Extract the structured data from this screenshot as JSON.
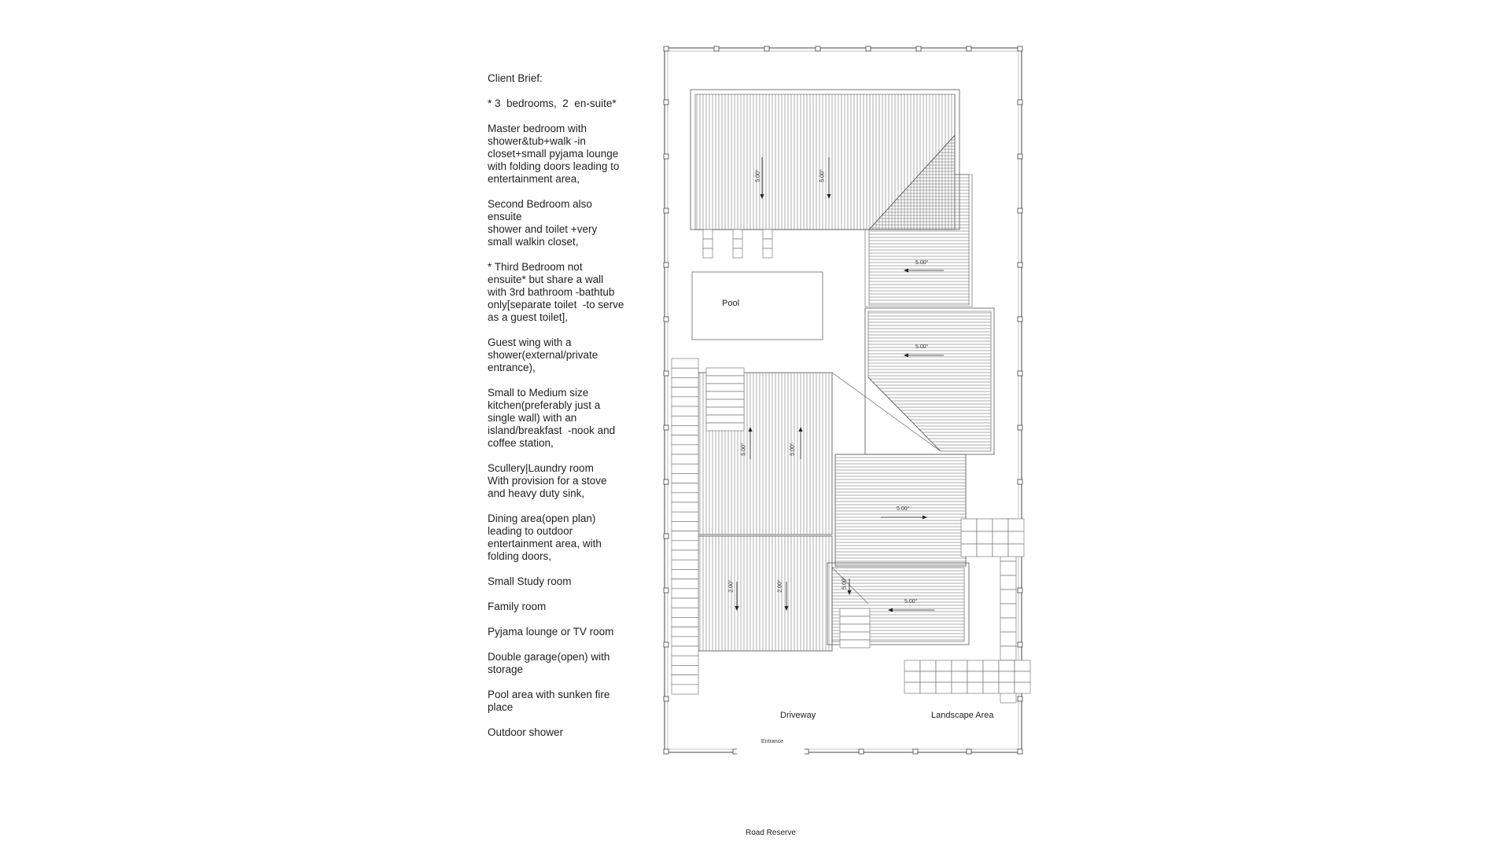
{
  "brief_lines": [
    "Client Brief:",
    "",
    "* 3  bedrooms,  2  en-suite*",
    "",
    "Master bedroom with",
    "shower&tub+walk -in",
    "closet+small pyjama lounge",
    "with folding doors leading to",
    "entertainment area,",
    "",
    "Second Bedroom also",
    "ensuite",
    "shower and toilet +very",
    "small walkin closet,",
    "",
    "* Third Bedroom not",
    "ensuite* but share a wall",
    "with 3rd bathroom -bathtub",
    "only[separate toilet  -to serve",
    "as a guest toilet],",
    "",
    "Guest wing with a",
    "shower(external/private",
    "entrance),",
    "",
    "Small to Medium size",
    "kitchen(preferably just a",
    "single wall) with an",
    "island/breakfast  -nook and",
    "coffee station,",
    "",
    "Scullery|Laundry room",
    "With provision for a stove",
    "and heavy duty sink,",
    "",
    "Dining area(open plan)",
    "leading to outdoor",
    "entertainment area, with",
    "folding doors,",
    "",
    "Small Study room",
    "",
    "Family room",
    "",
    "Pyjama lounge or TV room",
    "",
    "Double garage(open) with",
    "storage",
    "",
    "Pool area with sunken fire",
    "place",
    "",
    "Outdoor shower"
  ],
  "labels": {
    "pool": "Pool",
    "driveway": "Driveway",
    "landscape": "Landscape Area",
    "entrance": "Entrance",
    "road": "Road Reserve"
  },
  "slopes": {
    "a": "5.00°",
    "b": "5.00°",
    "c": "5.00°",
    "d": "5.00°",
    "e": "5.00°",
    "f": "5.00°",
    "g": "5.00°",
    "h": "2.00°",
    "i": "2.00°",
    "j": "5.00°",
    "k": "5.00°"
  }
}
